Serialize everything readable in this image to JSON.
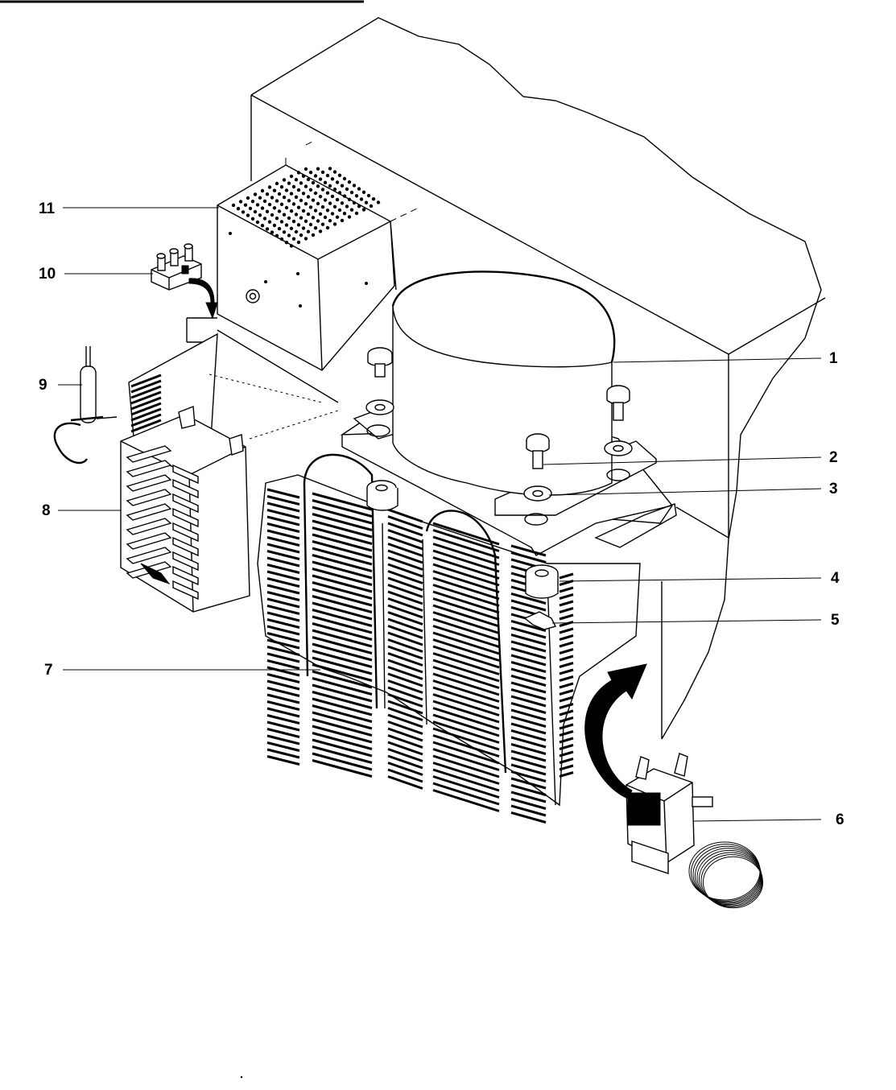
{
  "diagram": {
    "callouts": [
      {
        "id": "1",
        "label": "1"
      },
      {
        "id": "2",
        "label": "2"
      },
      {
        "id": "3",
        "label": "3"
      },
      {
        "id": "4",
        "label": "4"
      },
      {
        "id": "5",
        "label": "5"
      },
      {
        "id": "6",
        "label": "6"
      },
      {
        "id": "7",
        "label": "7"
      },
      {
        "id": "8",
        "label": "8"
      },
      {
        "id": "9",
        "label": "9"
      },
      {
        "id": "10",
        "label": "10"
      },
      {
        "id": "11",
        "label": "11"
      }
    ],
    "colors": {
      "line": "#000000",
      "background": "#ffffff"
    }
  }
}
